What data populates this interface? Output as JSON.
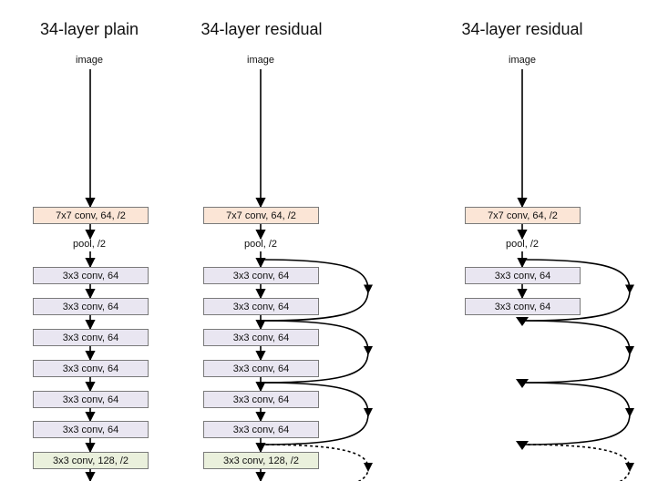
{
  "columns": [
    {
      "title": "34-layer plain",
      "input_label": "image",
      "stem_layer": "7x7 conv, 64, /2",
      "pool_label": "pool, /2",
      "layers": [
        "3x3 conv, 64",
        "3x3 conv, 64",
        "3x3 conv, 64",
        "3x3 conv, 64",
        "3x3 conv, 64",
        "3x3 conv, 64",
        "3x3 conv, 128, /2"
      ]
    },
    {
      "title": "34-layer residual",
      "input_label": "image",
      "stem_layer": "7x7 conv, 64, /2",
      "pool_label": "pool, /2",
      "layers": [
        "3x3 conv, 64",
        "3x3 conv, 64",
        "3x3 conv, 64",
        "3x3 conv, 64",
        "3x3 conv, 64",
        "3x3 conv, 64",
        "3x3 conv, 128, /2"
      ]
    },
    {
      "title": "34-layer residual",
      "input_label": "image",
      "stem_layer": "7x7 conv, 64, /2",
      "pool_label": "pool, /2",
      "layers": [
        "3x3 conv, 64",
        "3x3 conv, 64"
      ]
    }
  ],
  "colors": {
    "stem_fill": "#fbe5d6",
    "conv64_fill": "#e9e6f1",
    "conv128_fill": "#eaf0dc",
    "line": "#000000"
  }
}
